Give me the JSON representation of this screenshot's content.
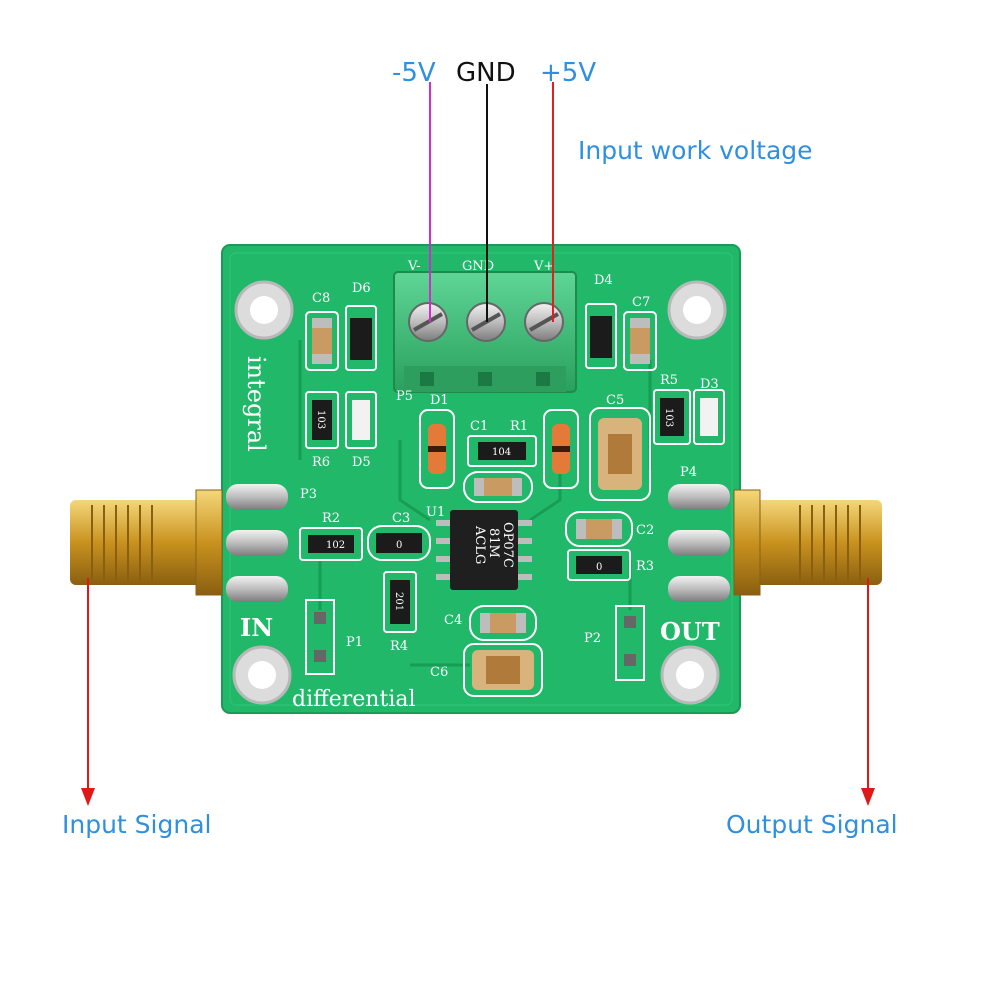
{
  "labels": {
    "minus5v": "-5V",
    "gnd": "GND",
    "plus5v": "+5V",
    "input_work_voltage": "Input work voltage",
    "input_signal": "Input Signal",
    "output_signal": "Output Signal"
  },
  "board": {
    "silk_integral": "integral",
    "silk_differential": "differential",
    "silk_in": "IN",
    "silk_out": "OUT",
    "terminal_vminus": "V-",
    "terminal_gnd": "GND",
    "terminal_vplus": "V+",
    "chip_line1": "OP07C",
    "chip_line2": "81M",
    "chip_line3": "ACLG",
    "refs": {
      "c8": "C8",
      "d6": "D6",
      "d4": "D4",
      "c7": "C7",
      "r6": "R6",
      "d5": "D5",
      "d1": "D1",
      "c1": "C1",
      "r1": "R1",
      "c5": "C5",
      "r5": "R5",
      "d3": "D3",
      "p3": "P3",
      "p4": "P4",
      "r2": "R2",
      "c3": "C3",
      "u1": "U1",
      "c2": "C2",
      "r3": "R3",
      "r4": "R4",
      "c4": "C4",
      "c6": "C6",
      "p1": "P1",
      "p2": "P2",
      "p5": "P5"
    },
    "resistor_codes": {
      "r6": "103",
      "r1": "104",
      "r5": "103",
      "r2": "102",
      "r4": "201"
    },
    "cap_codes": {
      "c3": "0",
      "r3": "0"
    }
  },
  "colors": {
    "pcb": "#22b86a",
    "label_blue": "#2f8fe0",
    "wire_minus": "#d22cd0",
    "wire_gnd": "#111111",
    "wire_plus": "#e02020",
    "arrow_red": "#e01818",
    "terminal_green": "#3fc27a",
    "gold": "#d6a531"
  }
}
